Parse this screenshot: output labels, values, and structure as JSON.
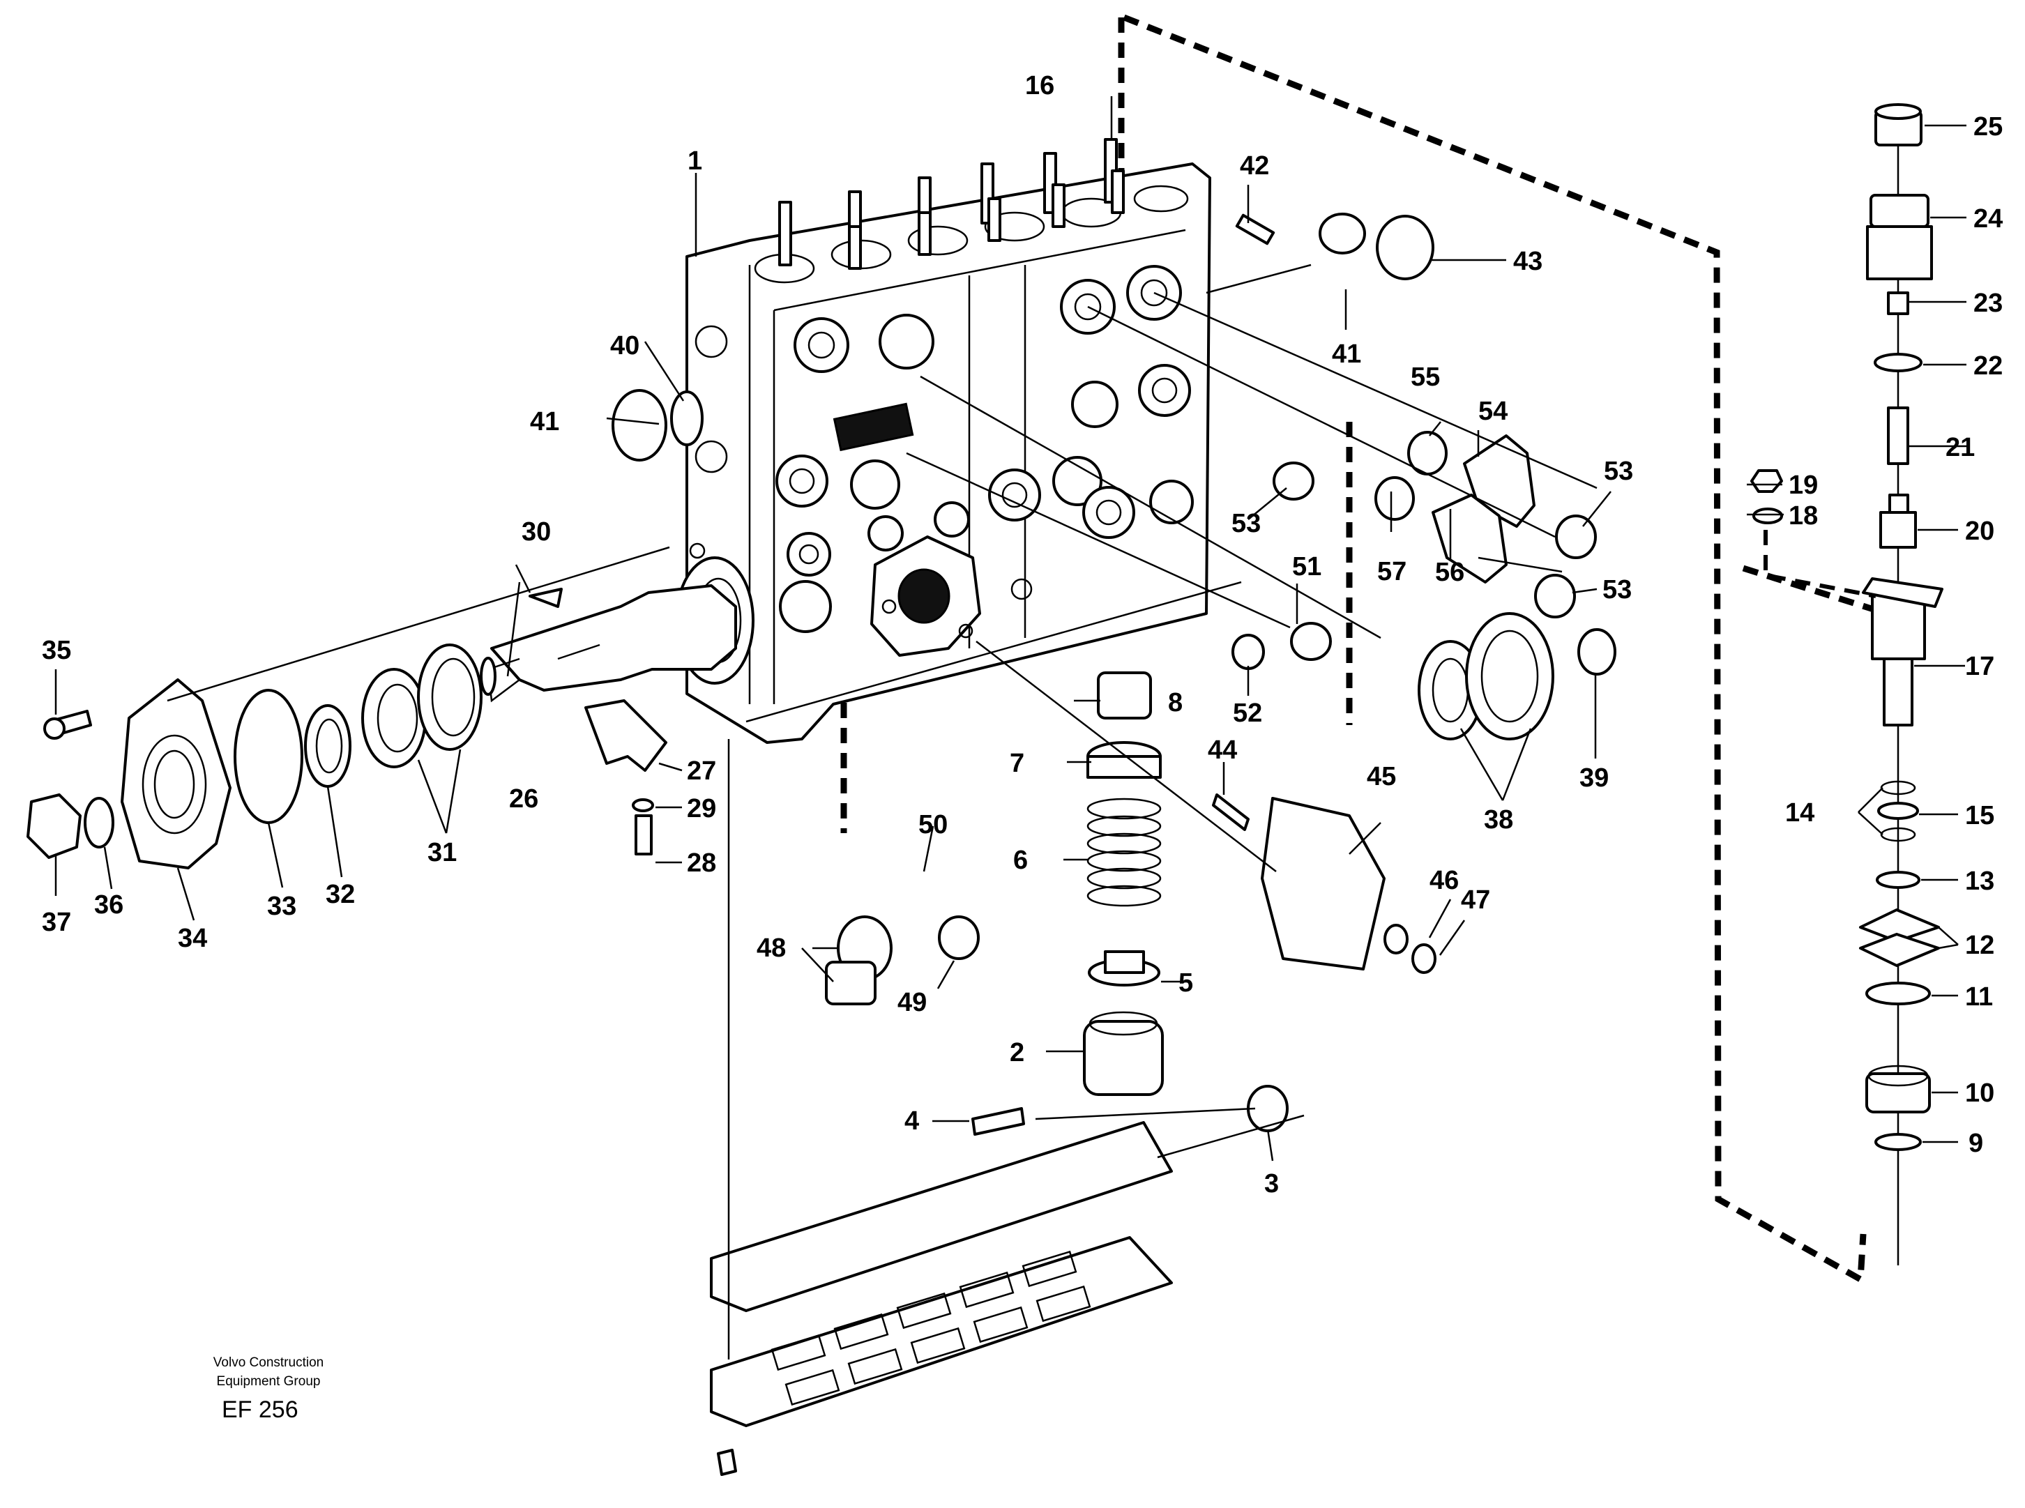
{
  "callouts": {
    "c1": "1",
    "c2": "2",
    "c3": "3",
    "c4": "4",
    "c5": "5",
    "c6": "6",
    "c7": "7",
    "c8": "8",
    "c9": "9",
    "c10": "10",
    "c11": "11",
    "c12": "12",
    "c13": "13",
    "c14": "14",
    "c15": "15",
    "c16": "16",
    "c17": "17",
    "c18": "18",
    "c19": "19",
    "c20": "20",
    "c21": "21",
    "c22": "22",
    "c23": "23",
    "c24": "24",
    "c25": "25",
    "c26": "26",
    "c27": "27",
    "c28": "28",
    "c29": "29",
    "c30": "30",
    "c31": "31",
    "c32": "32",
    "c33": "33",
    "c34": "34",
    "c35": "35",
    "c36": "36",
    "c37": "37",
    "c38": "38",
    "c39": "39",
    "c40": "40",
    "c41": "41",
    "c42": "42",
    "c43": "43",
    "c44": "44",
    "c45": "45",
    "c46": "46",
    "c47": "47",
    "c48": "48",
    "c49": "49",
    "c50": "50",
    "c51": "51",
    "c52": "52",
    "c53": "53",
    "c54": "54",
    "c55": "55",
    "c56": "56",
    "c57": "57"
  },
  "footer": {
    "company_line1": "Volvo Construction",
    "company_line2": "Equipment Group",
    "figure_code": "EF 256"
  }
}
